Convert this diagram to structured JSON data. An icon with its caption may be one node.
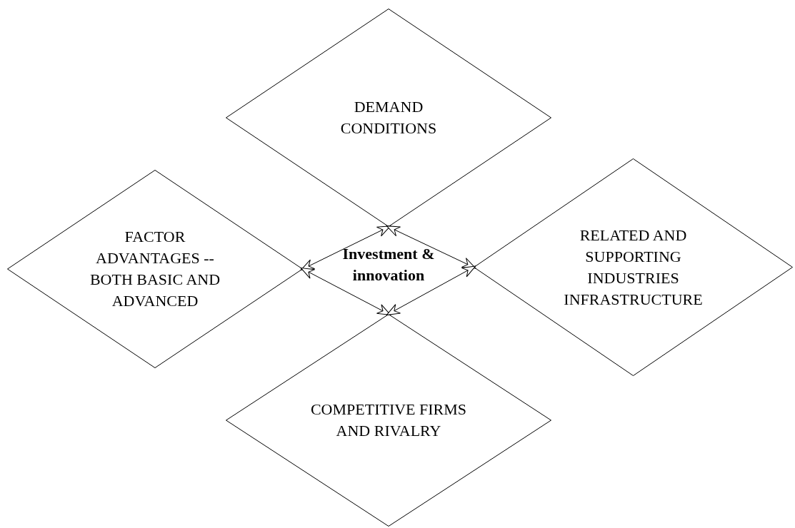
{
  "diagram": {
    "nodes": [
      {
        "text": [
          "DEMAND CONDITIONS"
        ]
      },
      {
        "text": [
          "FACTOR ADVANTAGES -- BOTH BASIC AND ADVANCED"
        ]
      },
      {
        "text": [
          "RELATED AND SUPPORTING INDUSTRIES INFRASTRUCTURE"
        ]
      },
      {
        "text": [
          "COMPETITIVE FIRMS AND RIVALRY"
        ]
      }
    ],
    "edges": [
      {
        "from": 0,
        "to": 1,
        "arrow": "both"
      },
      {
        "from": 0,
        "to": 2,
        "arrow": "both"
      },
      {
        "from": 1,
        "to": 3,
        "arrow": "both"
      },
      {
        "from": 2,
        "to": 3,
        "arrow": "both"
      }
    ],
    "labels": [
      "Investment & innovation"
    ]
  }
}
